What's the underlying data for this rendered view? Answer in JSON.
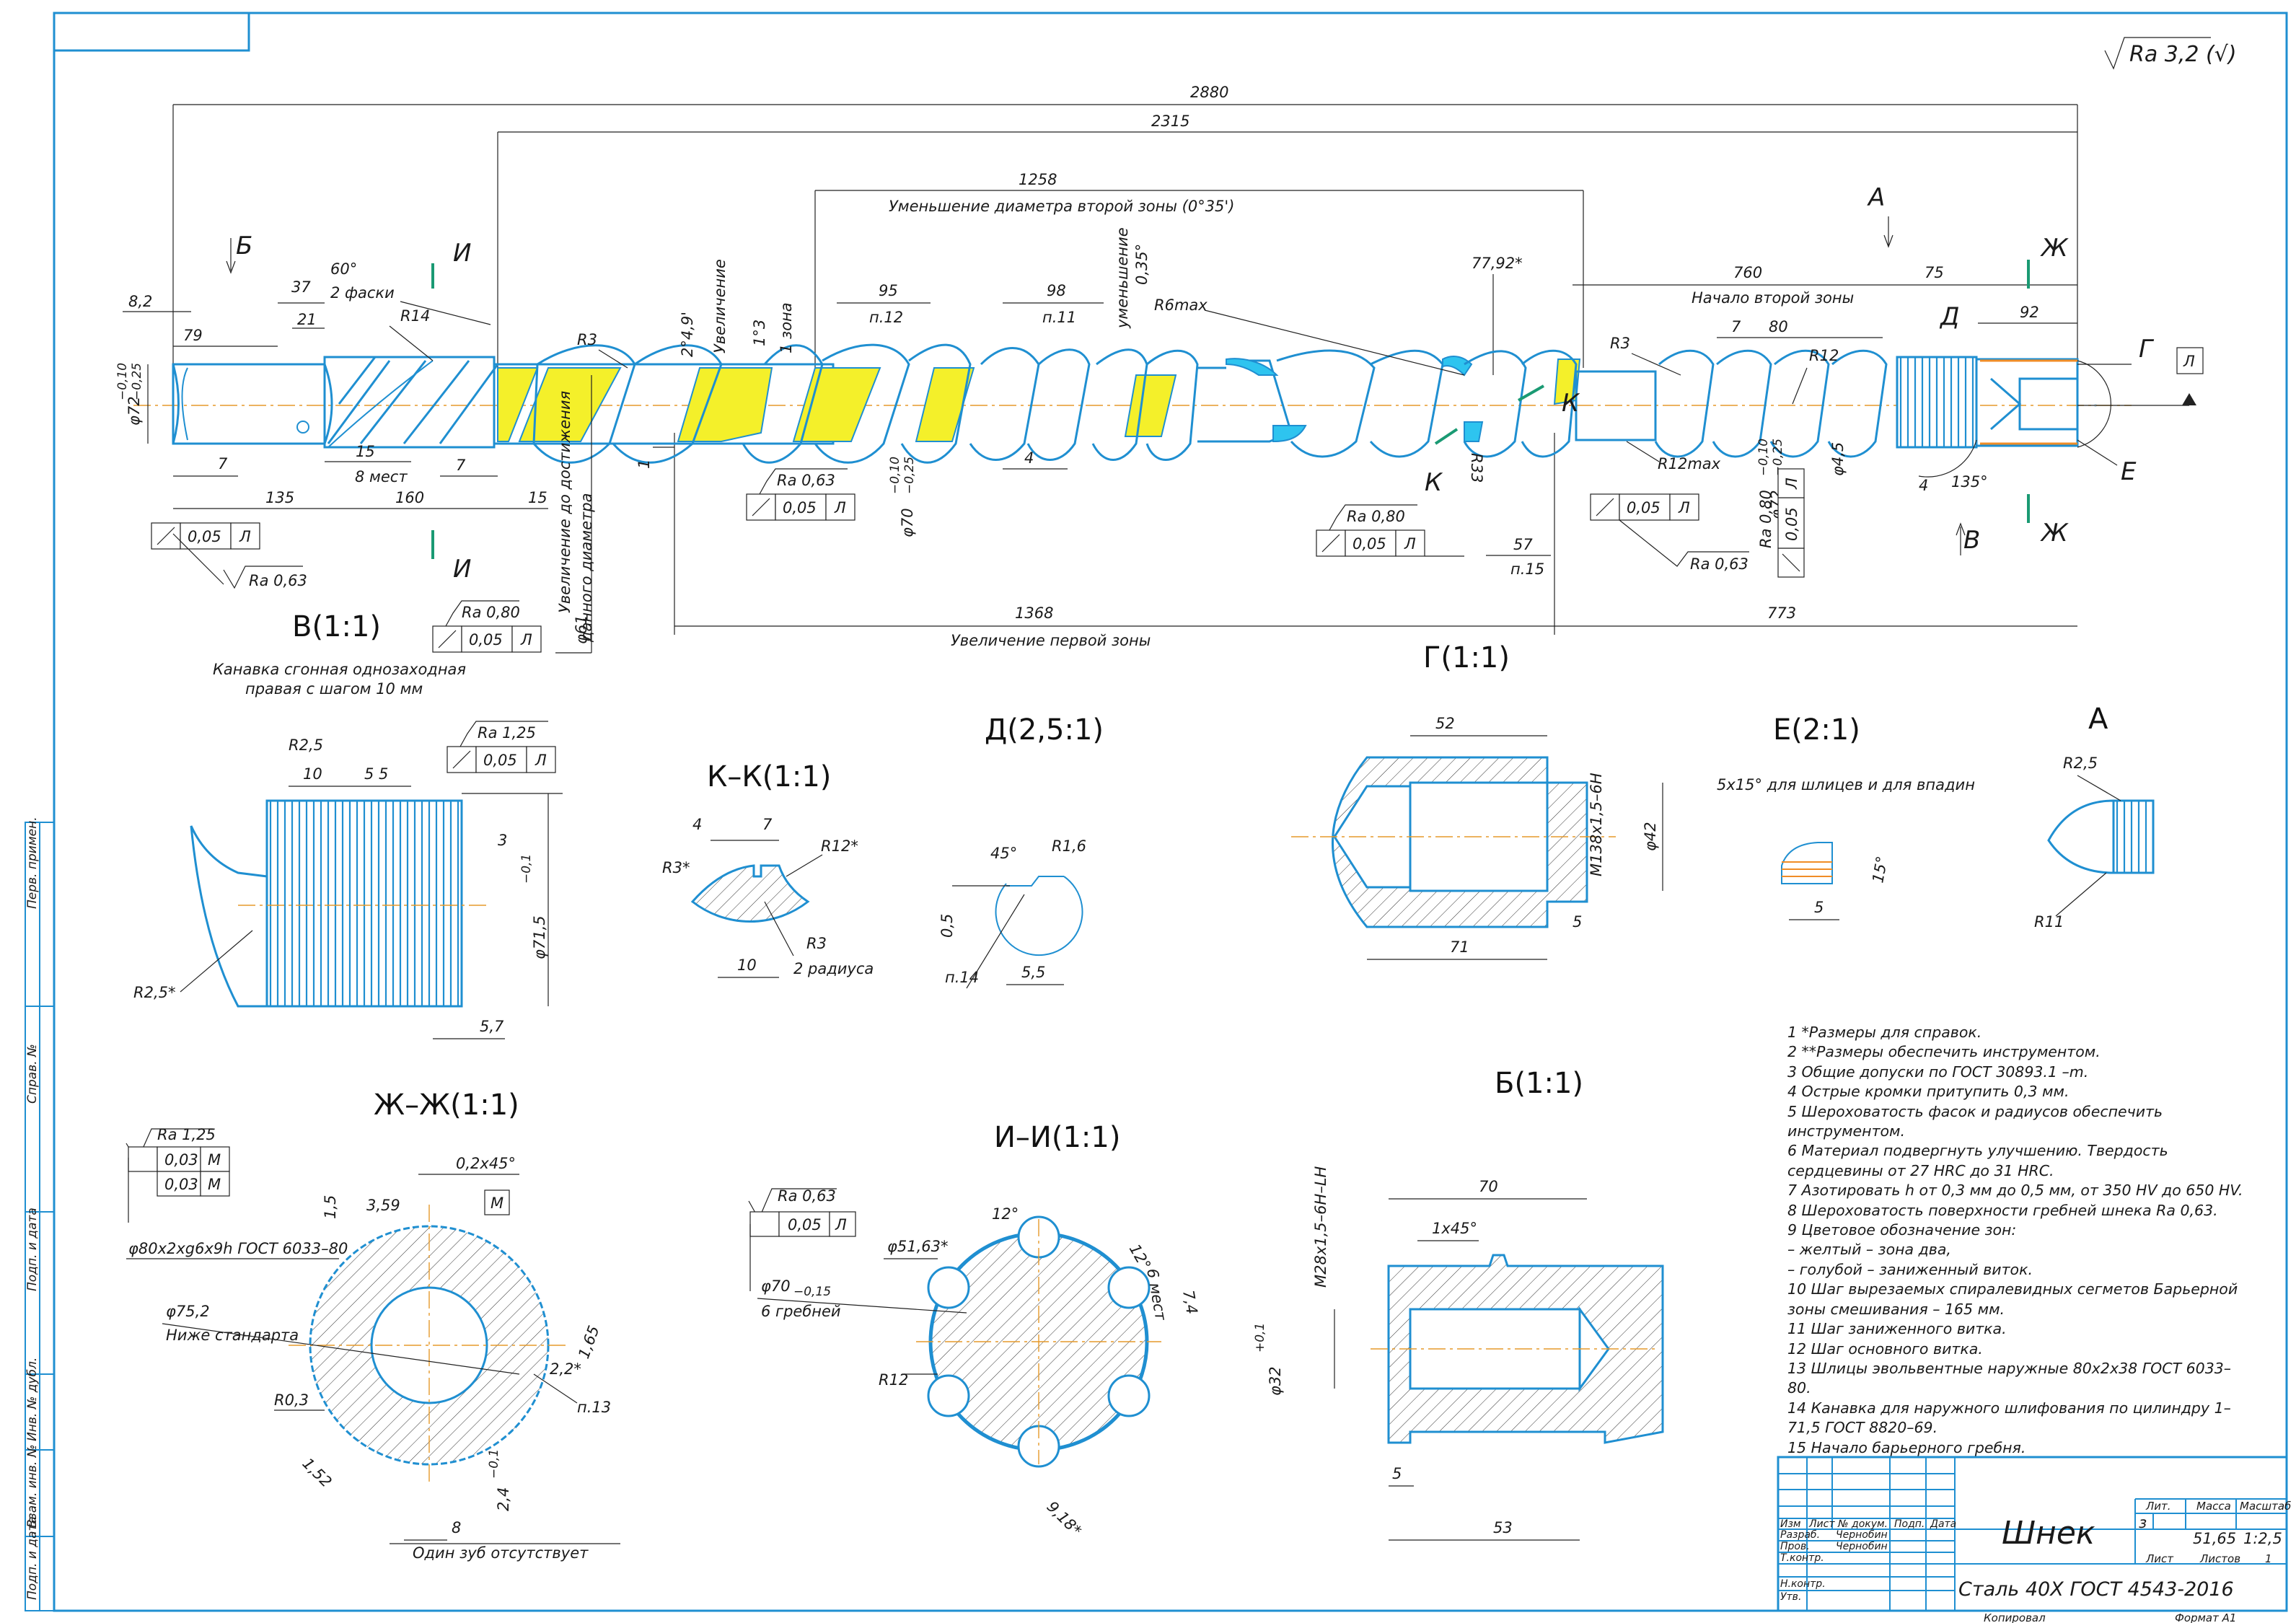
{
  "sheet": {
    "roughness_general": "Ra 3,2 (√)",
    "document_title": "Шнек",
    "material": "Сталь 40Х  ГОСТ 4543-2016"
  },
  "main_view": {
    "overall_lengths": [
      "2880",
      "2315"
    ],
    "zone2_reduction": {
      "value": "1258",
      "caption": "Уменьшение диаметра второй зоны (0°35')"
    },
    "zone1_increase": {
      "value": "1368",
      "caption": "Увеличение первой зоны"
    },
    "zone2_start": {
      "value": "760",
      "caption": "Начало второй зоны"
    },
    "tail_lengths": [
      "75",
      "92",
      "773"
    ],
    "angle_77": "77,92*",
    "section_marks": {
      "b": "Б",
      "i": "И",
      "a": "А",
      "zh": "Ж",
      "v": "В",
      "d": "Д",
      "g": "Г",
      "e": "Е",
      "k": "К",
      "datum": "Л"
    },
    "left_labels": {
      "d72": "φ72",
      "d72_tol_top": "−0,10",
      "d72_tol_bottom": "−0,25",
      "l82": "8,2",
      "l79": "79",
      "l37": "37",
      "l21": "21",
      "l7a": "7",
      "l135": "135",
      "l160": "160",
      "l15a": "15",
      "l8mest": "8 мест",
      "l7b": "7",
      "l15b": "15"
    },
    "chamfer": {
      "angle": "60°",
      "text": "2 фаски",
      "radius": "R14"
    },
    "mid_labels": {
      "r3": "R3",
      "ang249": "2°4,9'",
      "uvel": "Увеличение",
      "ang13": "1°3",
      "zona1": "1 зона",
      "l95": "95",
      "p12": "п.12",
      "l98": "98",
      "p11": "п.11",
      "umen": "уменьшение",
      "ang035": "0,35°",
      "r6max": "R6max",
      "l4": "4",
      "d70": "φ70",
      "d70_tol_top": "−0,10",
      "d70_tol_bottom": "−0,25",
      "l1": "1",
      "d61": "φ61",
      "uvel_dost1": "Увеличение до достижения",
      "uvel_dost2": "данного диаметра"
    },
    "right_labels": {
      "r3": "R3",
      "l7": "7",
      "l80": "80",
      "r12": "R12",
      "r12max": "R12max",
      "d72": "φ72",
      "d72_tol_top": "−0,10",
      "d72_tol_bottom": "−0,25",
      "d45": "φ4,5",
      "r33": "R33",
      "l57": "57",
      "p15": "п.15",
      "ang4": "4",
      "ang135": "135°"
    }
  },
  "tolerance_frames": [
    {
      "roughness": "",
      "value": "0,05",
      "datum": "Л"
    },
    {
      "roughness": "Ra 0,63",
      "value": "",
      "datum": ""
    },
    {
      "roughness": "Ra 0,80",
      "value": "0,05",
      "datum": "Л"
    },
    {
      "roughness": "Ra 0,63",
      "value": "0,05",
      "datum": "Л"
    },
    {
      "roughness": "Ra 0,80",
      "value": "0,05",
      "datum": "Л"
    },
    {
      "roughness": "Ra 0,63",
      "value": "0,05",
      "datum": "Л"
    },
    {
      "roughness": "Ra 0,80",
      "value": "0,05",
      "datum": "Л"
    },
    {
      "roughness": "Ra 1,25",
      "value": "0,05",
      "datum": "Л"
    }
  ],
  "view_titles": {
    "v": "В(1:1)",
    "g": "Г(1:1)",
    "kk": "К–К(1:1)",
    "d": "Д(2,5:1)",
    "e": "Е(2:1)",
    "a": "А",
    "zhzh": "Ж–Ж(1:1)",
    "ii": "И–И(1:1)",
    "b": "Б(1:1)"
  },
  "view_v": {
    "note_line1": "Канавка сгонная однозаходная",
    "note_line2": "правая с шагом 10 мм",
    "r25": "R2,5",
    "l10": "10",
    "l55": "5 5",
    "l3": "3",
    "d715": "φ71,5",
    "d715_tol": "−0,1",
    "r25s": "R2,5*",
    "l57": "5,7"
  },
  "view_kk": {
    "l4": "4",
    "l7": "7",
    "r3s": "R3*",
    "r12s": "R12*",
    "r3": "R3",
    "rad2": "2 радиуса",
    "l10": "10"
  },
  "view_d": {
    "ang45": "45°",
    "r16": "R1,6",
    "l05": "0,5",
    "l55": "5,5",
    "p14": "п.14"
  },
  "view_g": {
    "l52": "52",
    "m138": "M138x1,5–6H",
    "d42": "φ42",
    "l71": "71",
    "l5": "5"
  },
  "view_e": {
    "note": "5x15° для шлицев и для впадин",
    "l5": "5",
    "ang15": "15°"
  },
  "view_a": {
    "r25": "R2,5",
    "r11": "R11"
  },
  "view_zhzh": {
    "ra": "Ra 1,25",
    "t1": "0,03",
    "t2": "0,03",
    "m": "М",
    "spline": "φ80x2xg6x9h ГОСТ 6033–80",
    "chamfer": "0,2x45°",
    "l15": "1,5",
    "l359": "3,59",
    "d752": "φ75,2",
    "below": "Ниже стандарта",
    "r03": "R0,3",
    "l152": "1,52",
    "l22": "2,2*",
    "l165": "1,65",
    "p13": "п.13",
    "l8": "8",
    "l24": "2,4",
    "l24_tol": "−0,1",
    "missing": "Один зуб отсутствует"
  },
  "view_ii": {
    "ra": "Ra 0,63",
    "t": "0,05",
    "datum": "Л",
    "d5163": "φ51,63*",
    "ang12a": "12°",
    "ang12b": "12°",
    "mest": "6 мест",
    "l74": "7,4",
    "d70": "φ70",
    "d70_tol": "−0,15",
    "ribs": "6 гребней",
    "r12": "R12",
    "l918": "9,18*"
  },
  "view_b": {
    "l70": "70",
    "chamfer": "1x45°",
    "m28": "M28x1,5–6H–LH",
    "d32": "φ32",
    "d32_tol": "+0,1",
    "l5": "5",
    "l53": "53"
  },
  "notes": [
    "1  *Размеры для справок.",
    "2  **Размеры обеспечить инструментом.",
    "3  Общие допуски по ГОСТ 30893.1 –m.",
    "4  Острые кромки притупить 0,3 мм.",
    "5  Шероховатость фасок и радиусов обеспечить инструментом.",
    "6  Материал подвергнуть улучшению. Твердость сердцевины от 27 HRC до 31 HRC.",
    "7  Азотировать h от 0,3 мм до 0,5 мм, от 350 HV до 650 HV.",
    "8  Шероховатость поверхности гребней шнека Ra 0,63.",
    "9  Цветовое обозначение зон:",
    "– желтый – зона два,",
    "– голубой – заниженный виток.",
    "10  Шаг вырезаемых спиралевидных сегметов Барьерной зоны смешивания – 165 мм.",
    "11  Шаг заниженного витка.",
    "12  Шаг основного витка.",
    "13  Шлицы эвольвентные наружные 80x2x38 ГОСТ 6033–80.",
    "14  Канавка для наружного шлифования по цилиндру 1–71,5 ГОСТ 8820–69.",
    "15  Начало барьерного гребня."
  ],
  "title_block": {
    "headers": [
      "Изм",
      "Лист",
      "№ докум.",
      "Подп.",
      "Дата"
    ],
    "roles": [
      "Разраб.",
      "Пров.",
      "Т.контр.",
      "Н.контр.",
      "Утв."
    ],
    "names": [
      "Чернобин",
      "Чернобин"
    ],
    "lit_label": "Лит.",
    "mass_label": "Масса",
    "scale_label": "Масштаб",
    "lit_value": "з",
    "mass": "51,65",
    "scale": "1:2,5",
    "sheet_label": "Лист",
    "sheets_label": "Листов",
    "sheets_value": "1",
    "copied": "Копировал",
    "format": "Формат  А1"
  },
  "side_stamps": [
    "Перв. примен.",
    "Справ. №",
    "Подп. и дата",
    "Инв. № дубл.",
    "Взам. инв. №",
    "Подп. и дата",
    "Инв. № подл."
  ]
}
